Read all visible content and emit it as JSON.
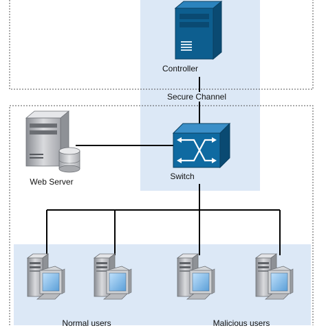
{
  "nodes": {
    "controller": "Controller",
    "switch": "Switch",
    "web_server": "Web Server"
  },
  "links": {
    "secure_channel": "Secure Channel"
  },
  "groups": {
    "normal_users": "Normal users",
    "malicious_users": "Malicious users"
  },
  "colors": {
    "shaded_region": "#dce8f6",
    "controller_blue": "#0d5e8f",
    "switch_blue": "#0f6aa1",
    "line": "#000000",
    "dashed_border": "#555555",
    "server_gray": "#c8c8cc",
    "monitor_screen": "#7ab8ea"
  },
  "icons": {
    "controller": "server-tower-icon",
    "switch": "network-switch-icon",
    "web_server": "web-server-icon",
    "host": "desktop-computer-icon"
  }
}
